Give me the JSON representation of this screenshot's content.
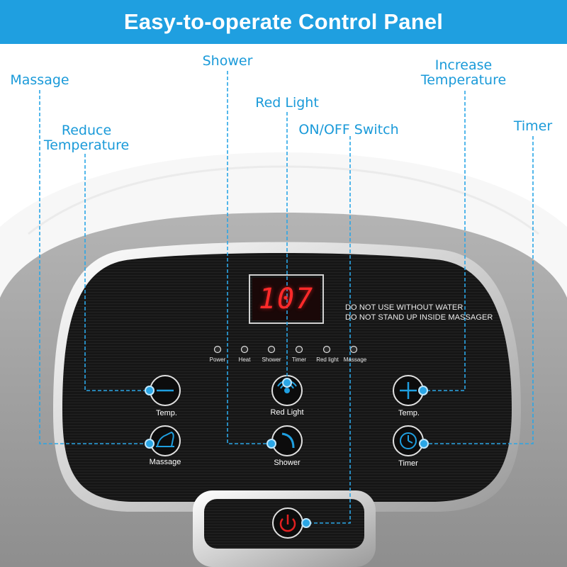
{
  "banner": {
    "title": "Easy-to-operate Control Panel"
  },
  "callouts": {
    "massage": "Massage",
    "shower": "Shower",
    "red_light": "Red Light",
    "reduce_temperature": [
      "Reduce",
      "Temperature"
    ],
    "on_off_switch": "ON/OFF Switch",
    "increase_temperature": [
      "Increase",
      "Temperature"
    ],
    "timer": "Timer"
  },
  "panel": {
    "display_value": "107",
    "warnings": [
      "DO NOT USE WITHOUT WATER",
      "DO NOT STAND UP INSIDE MASSAGER"
    ],
    "indicators": [
      "Power",
      "Heat",
      "Shower",
      "Timer",
      "Red light",
      "Massage"
    ],
    "buttons": {
      "temp_down": "Temp.",
      "red_light": "Red Light",
      "temp_up": "Temp.",
      "massage": "Massage",
      "shower": "Shower",
      "timer": "Timer"
    }
  },
  "colors": {
    "banner": "#1f9fe0",
    "callout_text": "#1a9ad9",
    "leader_line": "#2aa6e6",
    "display_digits": "#ff2a2a",
    "panel": "#141414",
    "power_icon": "#e02020"
  }
}
